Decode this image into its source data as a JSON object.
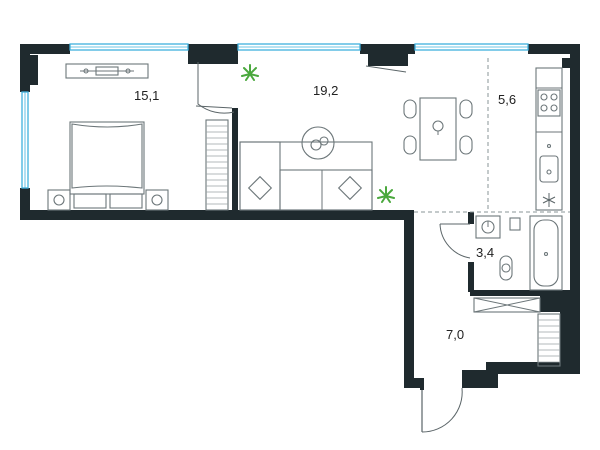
{
  "rooms": [
    {
      "key": "bedroom",
      "area_label": "15,1"
    },
    {
      "key": "living",
      "area_label": "19,2"
    },
    {
      "key": "kitchen",
      "area_label": "5,6"
    },
    {
      "key": "bathroom",
      "area_label": "3,4"
    },
    {
      "key": "hallway",
      "area_label": "7,0"
    }
  ],
  "colors": {
    "wall": "#1f2a2e",
    "window": "#3fb0dd",
    "plant": "#4aa83d",
    "furniture_line": "#6c7679"
  },
  "icons": [
    "bed-icon",
    "sofa-icon",
    "dining-table-icon",
    "bathtub-icon",
    "toilet-icon",
    "sink-icon",
    "stove-icon",
    "plant-icon",
    "door-icon",
    "wardrobe-icon",
    "tv-console-icon",
    "coffee-table-icon"
  ]
}
